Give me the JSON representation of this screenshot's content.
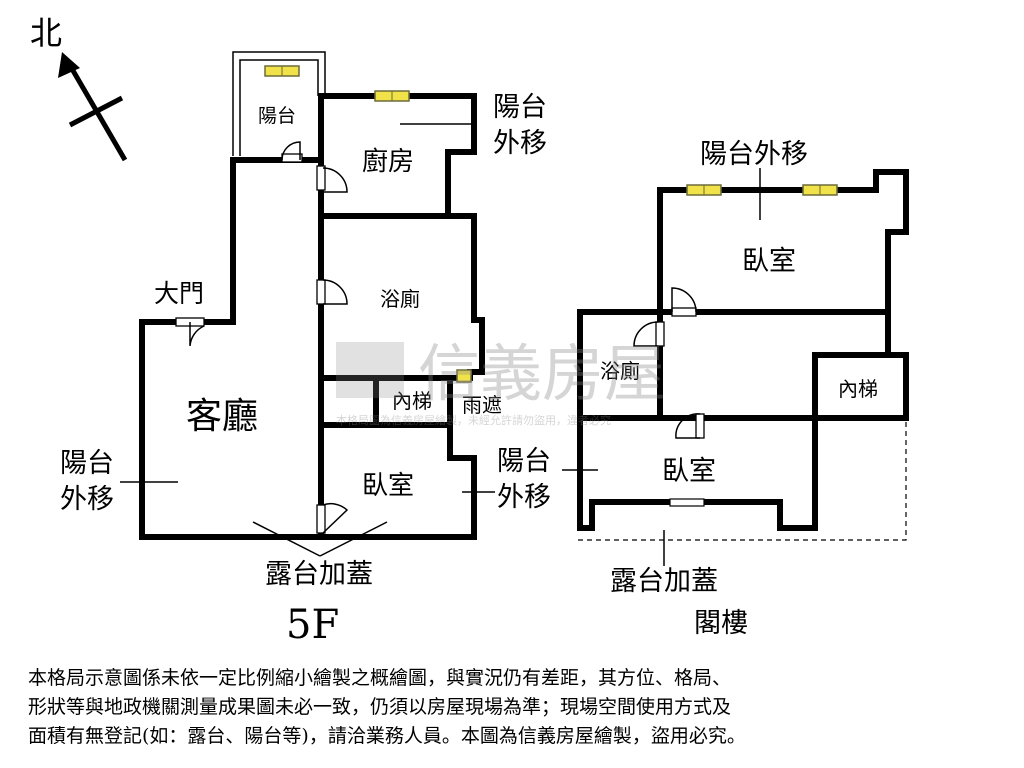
{
  "compass": {
    "label": "北"
  },
  "floor5": {
    "balcony": "陽台",
    "kitchen": "廚房",
    "balcony_moved_top_1": "陽台",
    "balcony_moved_top_2": "外移",
    "bathroom": "浴廁",
    "main_door": "大門",
    "living_room": "客廳",
    "balcony_moved_left_1": "陽台",
    "balcony_moved_left_2": "外移",
    "inner_stair": "內梯",
    "rain_shelter": "雨遮",
    "bedroom": "臥室",
    "balcony_moved_right_1": "陽台",
    "balcony_moved_right_2": "外移",
    "terrace": "露台加蓋",
    "floor_label": "5F"
  },
  "attic": {
    "balcony_moved_top": "陽台外移",
    "bedroom_top": "臥室",
    "bathroom": "浴廁",
    "inner_stair": "內梯",
    "bedroom_bottom": "臥室",
    "terrace": "露台加蓋",
    "floor_label": "閣樓"
  },
  "watermark": {
    "brand": "信義房屋",
    "notice": "本格局圖為信義房屋繪製，未經允許請勿盜用，違者必究"
  },
  "disclaimer": {
    "line1": "本格局示意圖係未依一定比例縮小繪製之概繪圖，與實況仍有差距，其方位、格局、",
    "line2": "形狀等與地政機關測量成果圖未必一致，仍須以房屋現場為準；現場空間使用方式及",
    "line3": "面積有無登記(如：露台、陽台等)，請洽業務人員。本圖為信義房屋繪製，盜用必究。"
  },
  "colors": {
    "wall": "#000000",
    "window": "#f2e24a",
    "watermark": "#888888"
  }
}
